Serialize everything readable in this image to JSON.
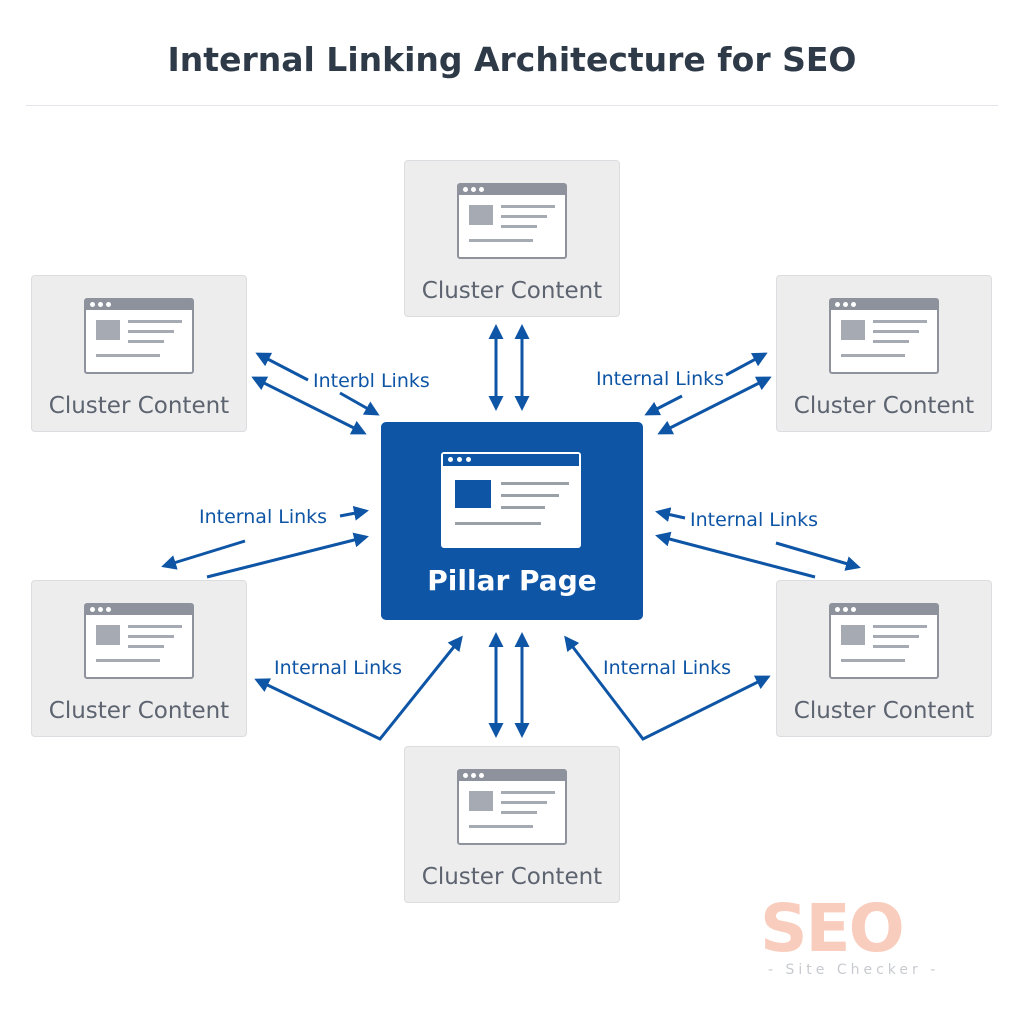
{
  "title": "Internal Linking Architecture for SEO",
  "pillar": {
    "label": "Pillar Page"
  },
  "clusters": [
    {
      "label": "Cluster Content"
    },
    {
      "label": "Cluster Content"
    },
    {
      "label": "Cluster Content"
    },
    {
      "label": "Cluster Content"
    },
    {
      "label": "Cluster Content"
    },
    {
      "label": "Cluster Content"
    }
  ],
  "links": [
    "Interbl Links",
    "Internal Links",
    "Internal Links",
    "Internal Links",
    "Internal Links",
    "Internal Links"
  ],
  "watermark": {
    "logo": "SEO",
    "sub": "- Site Checker -"
  },
  "colors": {
    "accent": "#0e55a6",
    "box": "#ededee"
  }
}
